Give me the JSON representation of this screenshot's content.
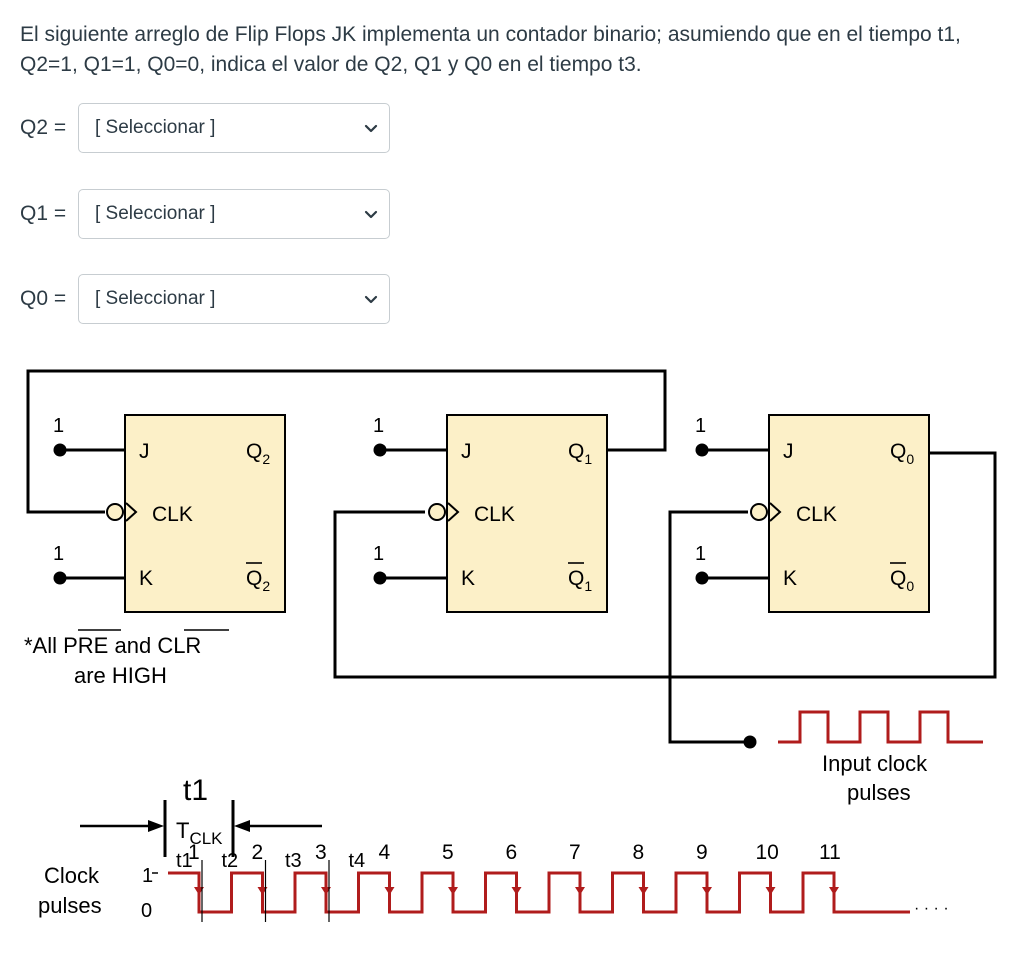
{
  "question": {
    "text": "El siguiente arreglo de Flip Flops JK implementa un contador binario;  asumiendo que en el tiempo t1, Q2=1, Q1=1, Q0=0, indica el valor de Q2, Q1 y Q0 en el tiempo t3."
  },
  "answers": [
    {
      "label": "Q2 =",
      "selected": "[ Seleccionar ]"
    },
    {
      "label": "Q1 =",
      "selected": "[ Seleccionar ]"
    },
    {
      "label": "Q0 =",
      "selected": "[ Seleccionar ]"
    }
  ],
  "icons": {
    "dropdown": "chevron-down-icon"
  },
  "colors": {
    "flipflop_fill": "#fcf0c8",
    "wire": "#000000",
    "text": "#2d3b45"
  },
  "diagram": {
    "input_level": "1",
    "pin_j": "J",
    "pin_k": "K",
    "pin_clk": "CLK",
    "flipflops": [
      {
        "q_sub": "2"
      },
      {
        "q_sub": "1"
      },
      {
        "q_sub": "0"
      }
    ],
    "q_base": "Q",
    "note_star": "*All ",
    "note_pre": "PRE",
    "note_and": " and ",
    "note_clr": "CLR",
    "note_line2": "are HIGH",
    "input_clock_line1": "Input clock",
    "input_clock_line2": "pulses"
  },
  "timing": {
    "t1_label": "t1",
    "tclk_base": "T",
    "tclk_sub": "CLK",
    "pulse_numbers": [
      "1",
      "2",
      "3",
      "4",
      "5",
      "6",
      "7",
      "8",
      "9",
      "10",
      "11"
    ],
    "time_labels": [
      "t1",
      "t2",
      "t3",
      "t4"
    ],
    "axis_high": "1",
    "axis_low": "0",
    "axis_label_line1": "Clock",
    "axis_label_line2": "pulses",
    "ellipsis": "· · · ·"
  }
}
